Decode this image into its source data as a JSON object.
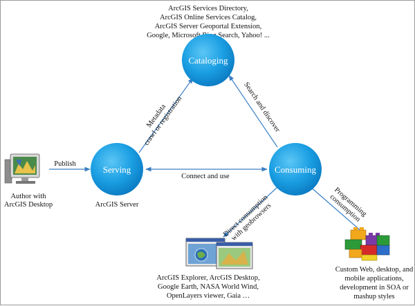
{
  "nodes": {
    "cataloging": "Cataloging",
    "serving": "Serving",
    "consuming": "Consuming"
  },
  "top_text": [
    "ArcGIS Services Directory,",
    "ArcGIS Online Services Catalog,",
    "ArcGIS Server Geoportal Extension,",
    "Google, Microsoft Bing Search, Yahoo! ..."
  ],
  "edges": {
    "metadata_1": "Metadata",
    "metadata_2": "crawl or registration",
    "search_discover": "Search and discover",
    "connect_use": "Connect and use",
    "publish": "Publish",
    "direct_1": "Direct consumption",
    "direct_2": "with geobrowsers",
    "programming_1": "Programming",
    "programming_2": "consumption"
  },
  "author": [
    "Author with",
    "ArcGIS Desktop"
  ],
  "arcgis_server": "ArcGIS Server",
  "viewers": [
    "ArcGIS Explorer,  ArcGIS Desktop,",
    "Google Earth, NASA World Wind,",
    "OpenLayers viewer, Gaia …"
  ],
  "custom": [
    "Custom Web, desktop, and",
    "mobile applications,",
    "development in SOA or",
    "mashup styles"
  ]
}
